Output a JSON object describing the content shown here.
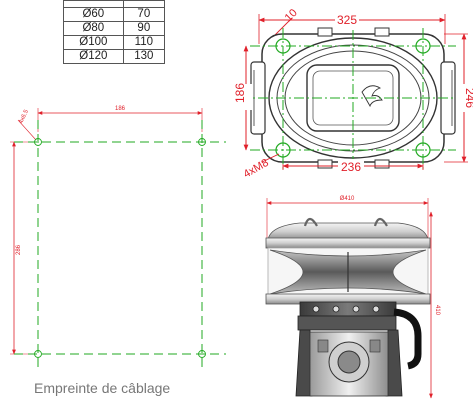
{
  "table": {
    "rows": [
      [
        "",
        ""
      ],
      [
        "Ø60",
        "70"
      ],
      [
        "Ø80",
        "90"
      ],
      [
        "Ø100",
        "110"
      ],
      [
        "Ø120",
        "130"
      ]
    ]
  },
  "top_view": {
    "dim_width": "325",
    "dim_hole": "10",
    "dim_height_left": "186",
    "dim_height_right": "246",
    "dim_bottom": "236",
    "bolt_label": "4xM8"
  },
  "footprint": {
    "dim_width": "186",
    "dim_height": "286",
    "dim_hole": "4x6.5"
  },
  "side_view": {
    "dim_diameter": "Ø410",
    "dim_height": "410"
  },
  "caption": "Empreinte de câblage",
  "colors": {
    "dimension": "#e0202a",
    "centerline": "#22aa22",
    "outline": "#333333"
  }
}
